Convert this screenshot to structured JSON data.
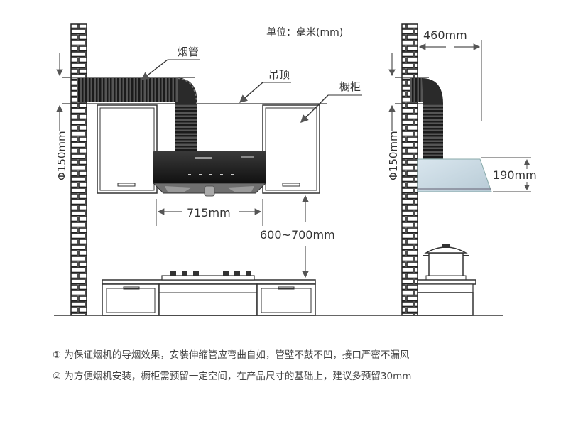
{
  "unit_label": "单位：毫米(mm)",
  "left_view": {
    "label_duct": "烟管",
    "label_ceiling": "吊顶",
    "label_cabinet": "橱柜",
    "dim_width": "715mm",
    "dim_height": "600~700mm",
    "dim_pipe": "Φ150mm"
  },
  "right_view": {
    "dim_depth": "460mm",
    "dim_hood_height": "190mm",
    "dim_pipe": "Φ150mm"
  },
  "notes": [
    "① 为保证烟机的导烟效果，安装伸缩管应弯曲自如，管壁不鼓不凹，接口严密不漏风",
    "② 为方便烟机安装，橱柜需预留一定空间，在产品尺寸的基础上，建议多预留30mm"
  ]
}
